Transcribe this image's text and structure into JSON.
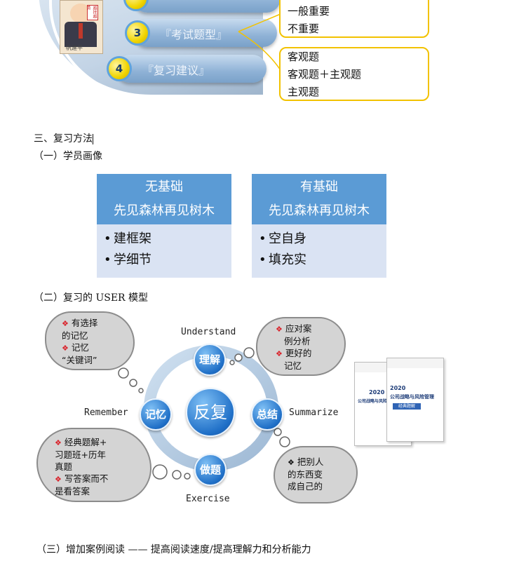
{
  "top_graphic": {
    "mascot_signature": "帆建平",
    "mascot_tag": "越挫越勇",
    "items": [
      {
        "number": "3",
        "label": "『考试题型』"
      },
      {
        "number": "4",
        "label": "『复习建议』"
      }
    ],
    "box_importance": [
      "一般重要",
      "不重要"
    ],
    "box_question_types": [
      "客观题",
      "客观题＋主观题",
      "主观题"
    ]
  },
  "section3_title": "三、复习方法",
  "sub1_title": "（一）学员画像",
  "profiles": [
    {
      "title": "无基础",
      "subtitle": "先见森林再见树木",
      "points": [
        "建框架",
        "学细节"
      ]
    },
    {
      "title": "有基础",
      "subtitle": "先见森林再见树木",
      "points": [
        "空自身",
        "填充实"
      ]
    }
  ],
  "sub2_title": "（二）复习的 USER 模型",
  "user_model": {
    "center": "反复",
    "nodes": {
      "understand": {
        "label": "理解",
        "en": "Understand"
      },
      "summarize": {
        "label": "总结",
        "en": "Summarize"
      },
      "exercise": {
        "label": "做题",
        "en": "Exercise"
      },
      "remember": {
        "label": "记忆",
        "en": "Remember"
      }
    },
    "bullet_red": "❖",
    "bullet_black": "❖",
    "clouds": {
      "top_left": [
        "有选择",
        "的记忆",
        "记忆",
        "“关键词”"
      ],
      "top_right": [
        "应对案",
        "例分析",
        "更好的",
        "记忆"
      ],
      "bottom_left": [
        "经典题解+",
        "习题班+历年",
        "真题",
        "写答案而不",
        "是看答案"
      ],
      "bottom_right": [
        "把别人",
        "的东西变",
        "成自己的"
      ]
    },
    "book": {
      "year": "2020",
      "title": "公司战略与风险管理",
      "band": "经典题解"
    }
  },
  "sub3_title": "（三）增加案例阅读 ——  提高阅读速度/提高理解力和分析能力"
}
